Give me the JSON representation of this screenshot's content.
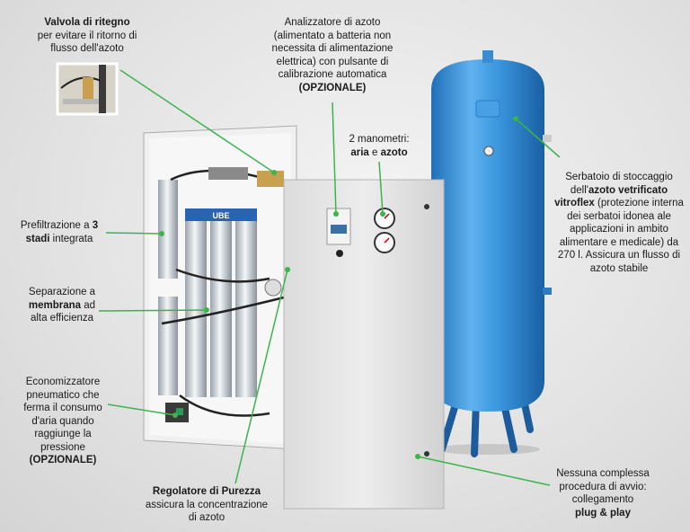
{
  "labels": {
    "check_valve": {
      "bold": "Valvola di ritegno",
      "rest": "per evitare il ritorno di flusso dell'azoto"
    },
    "analyzer": {
      "text": "Analizzatore di azoto (alimentato a batteria non necessita di alimentazione elettrica) con pulsante di calibrazione automatica",
      "bold": "(OPZIONALE)"
    },
    "gauges": {
      "text": "2 manometri:",
      "bold_1": "aria",
      "mid": " e ",
      "bold_2": "azoto"
    },
    "tank": {
      "text_1": "Serbatoio di stoccaggio dell'",
      "bold": "azoto vetrificato vitroflex",
      "text_2": " (protezione interna dei serbatoi idonea ale applicazioni in ambito alimentare e medicale) da 270 l. Assicura un flusso di azoto stabile"
    },
    "prefilter": {
      "text_1": "Prefiltrazione a ",
      "bold": "3 stadi",
      "text_2": " integrata"
    },
    "membrane": {
      "text_1": "Separazione a ",
      "bold": "membrana",
      "text_2": " ad alta efficienza"
    },
    "economizer": {
      "text": "Economizzatore pneumatico che ferma il consumo d'aria quando raggiunge la pressione",
      "bold": "(OPZIONALE)"
    },
    "regulator": {
      "bold": "Regolatore di Purezza",
      "text": " assicura la concentrazione di azoto"
    },
    "startup": {
      "text": "Nessuna complessa procedura di avvio: collegamento",
      "bold": "plug & play"
    }
  },
  "product": {
    "filter_brand": "UBE"
  },
  "colors": {
    "leader_line": "#3bb54a",
    "tank": "#2f8fd6",
    "cabinet": "#e4e4e4"
  }
}
